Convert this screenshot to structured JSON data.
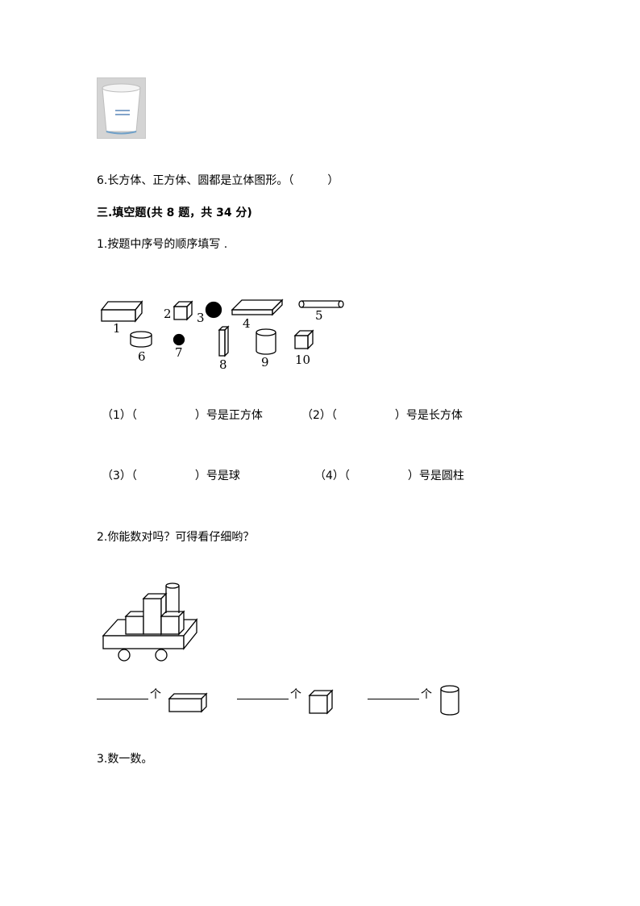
{
  "q6": {
    "text": "6.长方体、正方体、圆都是立体图形。（　　　）"
  },
  "section3": {
    "heading": "三.填空题(共 8 题，共 34 分)"
  },
  "q1": {
    "prompt": "1.按题中序号的顺序填写 .",
    "shape_labels": [
      "1",
      "2",
      "3",
      "4",
      "5",
      "6",
      "7",
      "8",
      "9",
      "10"
    ],
    "answers": [
      {
        "num": "（1）（",
        "tail": "）号是正方体"
      },
      {
        "num": "（2）（",
        "tail": "）号是长方体"
      },
      {
        "num": "（3）（",
        "tail": "）号是球"
      },
      {
        "num": "（4）（",
        "tail": "）号是圆柱"
      }
    ]
  },
  "q2": {
    "prompt": "2.你能数对吗？可得看仔细哟？",
    "unit": "个"
  },
  "q3": {
    "prompt": "3.数一数。"
  }
}
